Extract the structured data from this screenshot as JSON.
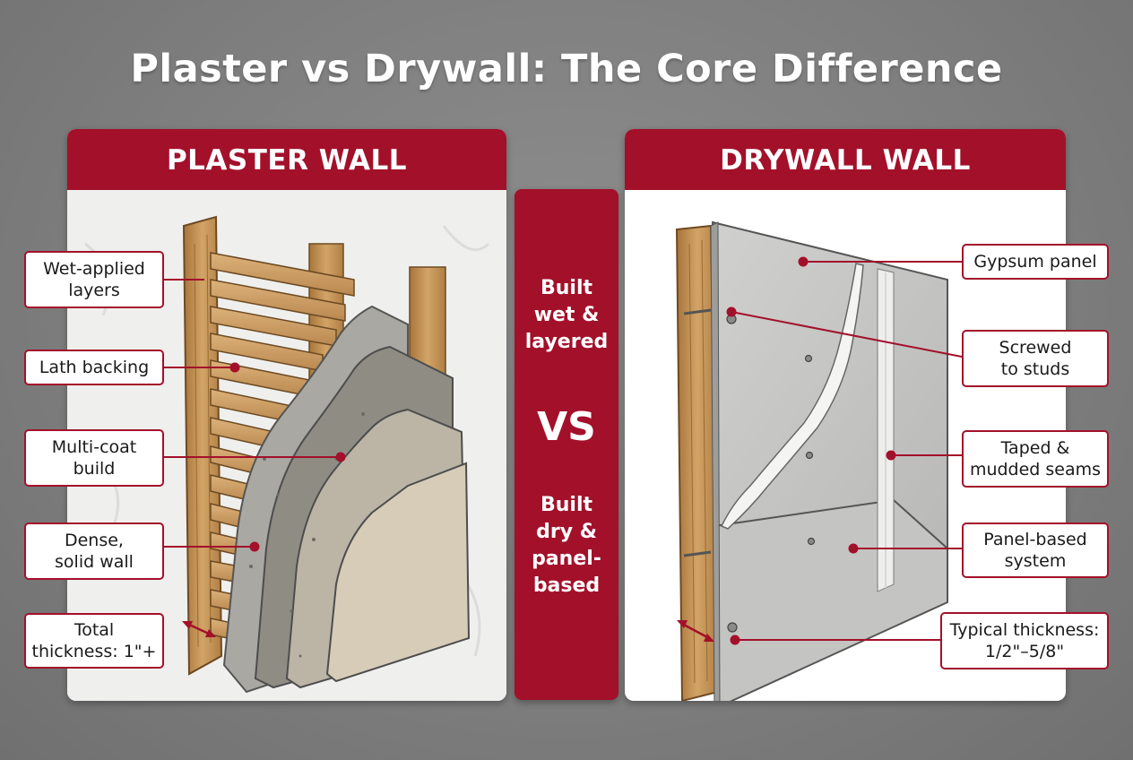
{
  "title": "Plaster vs Drywall: The Core Difference",
  "plaster": {
    "header": "PLASTER WALL",
    "callouts": [
      "Wet-applied\nlayers",
      "Lath backing",
      "Multi-coat\nbuild",
      "Dense,\nsolid wall",
      "Total\nthickness: 1\"+"
    ]
  },
  "middle": {
    "top": "Built\nwet &\nlayered",
    "vs": "VS",
    "bottom": "Built\ndry &\npanel-\nbased"
  },
  "drywall": {
    "header": "DRYWALL WALL",
    "callouts": [
      "Gypsum panel",
      "Screwed\nto studs",
      "Taped &\nmudded seams",
      "Panel-based\nsystem",
      "Typical thickness:\n1/2\"–5/8\""
    ]
  },
  "colors": {
    "accent": "#a3102a",
    "background": "#808080",
    "wood": "#c89a5c",
    "gypsum": "#c9c9c7"
  }
}
